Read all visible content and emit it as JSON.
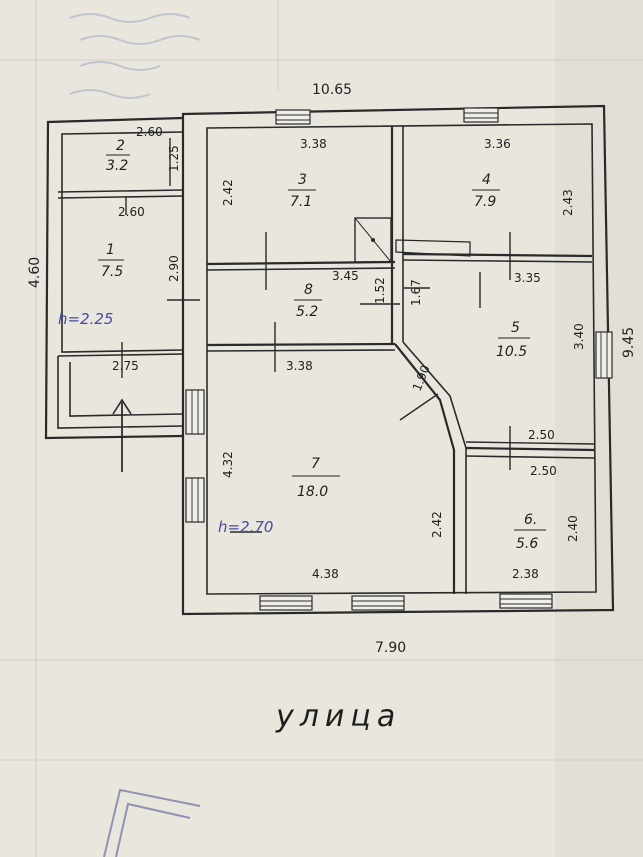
{
  "plan": {
    "overall": {
      "top_width": "10.65",
      "bottom_width": "7.90",
      "right_height": "9.45",
      "left_height": "4.60"
    },
    "rooms": [
      {
        "number": "1",
        "area": "7.5"
      },
      {
        "number": "2",
        "area": "3.2"
      },
      {
        "number": "3",
        "area": "7.1"
      },
      {
        "number": "4",
        "area": "7.9"
      },
      {
        "number": "5",
        "area": "10.5"
      },
      {
        "number": "6.",
        "area": "5.6"
      },
      {
        "number": "7",
        "area": "18.0"
      },
      {
        "number": "8",
        "area": "5.2"
      }
    ],
    "dims": {
      "room2_top": "2.60",
      "room2_side": "1.25",
      "room2_bottom": "2.60",
      "room1_right": "2.90",
      "room3_top": "3.38",
      "room3_left": "2.42",
      "room4_top": "3.36",
      "room4_right": "2.43",
      "room8_top": "3.45",
      "room8_right": "1.52",
      "corridor": "1.67",
      "room5_top": "3.35",
      "room5_right": "3.40",
      "room8_bottom": "3.38",
      "porch_width": "2.75",
      "diagonal": "1.90",
      "room7_left": "4.32",
      "room7_bottom": "4.38",
      "room7_right": "2.42",
      "room6_top_a": "2.50",
      "room6_top_b": "2.50",
      "room6_right": "2.40",
      "room6_bottom": "2.38"
    },
    "heights": {
      "room1": "h=2.25",
      "room7": "h=2.70"
    },
    "street_label": "улица"
  }
}
